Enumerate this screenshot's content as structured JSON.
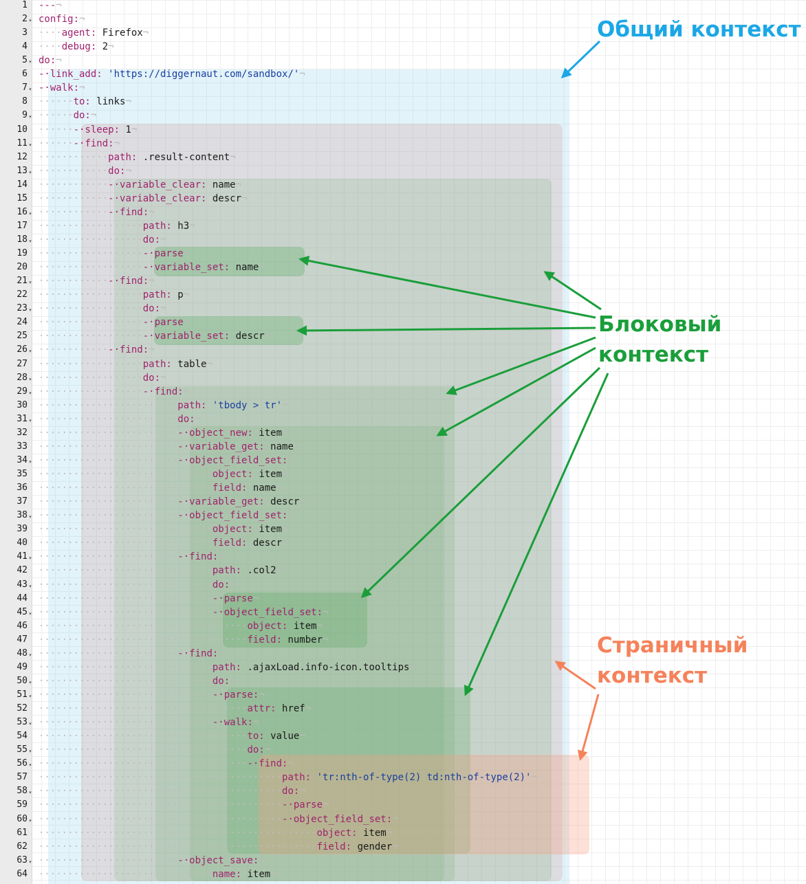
{
  "annotations": {
    "general_context": "Общий контекст",
    "block_context_line1": "Блоковый",
    "block_context_line2": "контекст",
    "page_context_line1": "Страничный",
    "page_context_line2": "контекст"
  },
  "colors": {
    "general": "#1ba7e6",
    "block": "#1a9e3a",
    "page": "#f5825a",
    "key": "#a0226d",
    "string": "#1a3e9e"
  },
  "lines": [
    {
      "n": "1",
      "fold": false,
      "ind": 0,
      "dash": false,
      "parts": [
        {
          "t": "---",
          "c": "ky"
        }
      ]
    },
    {
      "n": "2",
      "fold": true,
      "ind": 0,
      "dash": false,
      "parts": [
        {
          "t": "config:",
          "c": "ky"
        }
      ]
    },
    {
      "n": "3",
      "fold": false,
      "ind": 2,
      "dash": false,
      "parts": [
        {
          "t": "agent:",
          "c": "ky"
        },
        {
          "t": " Firefox",
          "c": "vs"
        }
      ]
    },
    {
      "n": "4",
      "fold": false,
      "ind": 2,
      "dash": false,
      "parts": [
        {
          "t": "debug:",
          "c": "ky"
        },
        {
          "t": " 2",
          "c": "nm"
        }
      ]
    },
    {
      "n": "5",
      "fold": true,
      "ind": 0,
      "dash": false,
      "parts": [
        {
          "t": "do:",
          "c": "ky"
        }
      ]
    },
    {
      "n": "6",
      "fold": false,
      "ind": 1,
      "dash": true,
      "parts": [
        {
          "t": "link_add:",
          "c": "ky"
        },
        {
          "t": " 'https://diggernaut.com/sandbox/'",
          "c": "st"
        }
      ]
    },
    {
      "n": "7",
      "fold": true,
      "ind": 1,
      "dash": true,
      "parts": [
        {
          "t": "walk:",
          "c": "ky"
        }
      ]
    },
    {
      "n": "8",
      "fold": false,
      "ind": 3,
      "dash": false,
      "parts": [
        {
          "t": "to:",
          "c": "ky"
        },
        {
          "t": " links",
          "c": "vs"
        }
      ]
    },
    {
      "n": "9",
      "fold": true,
      "ind": 3,
      "dash": false,
      "parts": [
        {
          "t": "do:",
          "c": "ky"
        }
      ]
    },
    {
      "n": "10",
      "fold": false,
      "ind": 4,
      "dash": true,
      "parts": [
        {
          "t": "sleep:",
          "c": "ky"
        },
        {
          "t": " 1",
          "c": "nm"
        }
      ]
    },
    {
      "n": "11",
      "fold": true,
      "ind": 4,
      "dash": true,
      "parts": [
        {
          "t": "find:",
          "c": "ky"
        }
      ]
    },
    {
      "n": "12",
      "fold": false,
      "ind": 6,
      "dash": false,
      "parts": [
        {
          "t": "path:",
          "c": "ky"
        },
        {
          "t": " .result-content",
          "c": "vs"
        }
      ]
    },
    {
      "n": "13",
      "fold": true,
      "ind": 6,
      "dash": false,
      "parts": [
        {
          "t": "do:",
          "c": "ky"
        }
      ]
    },
    {
      "n": "14",
      "fold": false,
      "ind": 7,
      "dash": true,
      "parts": [
        {
          "t": "variable_clear:",
          "c": "ky"
        },
        {
          "t": " name",
          "c": "vs"
        }
      ]
    },
    {
      "n": "15",
      "fold": false,
      "ind": 7,
      "dash": true,
      "parts": [
        {
          "t": "variable_clear:",
          "c": "ky"
        },
        {
          "t": " descr",
          "c": "vs"
        }
      ]
    },
    {
      "n": "16",
      "fold": true,
      "ind": 7,
      "dash": true,
      "parts": [
        {
          "t": "find:",
          "c": "ky"
        }
      ]
    },
    {
      "n": "17",
      "fold": false,
      "ind": 9,
      "dash": false,
      "parts": [
        {
          "t": "path:",
          "c": "ky"
        },
        {
          "t": " h3",
          "c": "vs"
        }
      ]
    },
    {
      "n": "18",
      "fold": true,
      "ind": 9,
      "dash": false,
      "parts": [
        {
          "t": "do:",
          "c": "ky"
        }
      ]
    },
    {
      "n": "19",
      "fold": false,
      "ind": 10,
      "dash": true,
      "parts": [
        {
          "t": "parse",
          "c": "ky"
        }
      ]
    },
    {
      "n": "20",
      "fold": false,
      "ind": 10,
      "dash": true,
      "parts": [
        {
          "t": "variable_set:",
          "c": "ky"
        },
        {
          "t": " name",
          "c": "vs"
        }
      ]
    },
    {
      "n": "21",
      "fold": true,
      "ind": 7,
      "dash": true,
      "parts": [
        {
          "t": "find:",
          "c": "ky"
        }
      ]
    },
    {
      "n": "22",
      "fold": false,
      "ind": 9,
      "dash": false,
      "parts": [
        {
          "t": "path:",
          "c": "ky"
        },
        {
          "t": " p",
          "c": "vs"
        }
      ]
    },
    {
      "n": "23",
      "fold": true,
      "ind": 9,
      "dash": false,
      "parts": [
        {
          "t": "do:",
          "c": "ky"
        }
      ]
    },
    {
      "n": "24",
      "fold": false,
      "ind": 10,
      "dash": true,
      "parts": [
        {
          "t": "parse",
          "c": "ky"
        }
      ]
    },
    {
      "n": "25",
      "fold": false,
      "ind": 10,
      "dash": true,
      "parts": [
        {
          "t": "variable_set:",
          "c": "ky"
        },
        {
          "t": " descr",
          "c": "vs"
        }
      ]
    },
    {
      "n": "26",
      "fold": true,
      "ind": 7,
      "dash": true,
      "parts": [
        {
          "t": "find:",
          "c": "ky"
        }
      ]
    },
    {
      "n": "27",
      "fold": false,
      "ind": 9,
      "dash": false,
      "parts": [
        {
          "t": "path:",
          "c": "ky"
        },
        {
          "t": " table",
          "c": "vs"
        }
      ]
    },
    {
      "n": "28",
      "fold": true,
      "ind": 9,
      "dash": false,
      "parts": [
        {
          "t": "do:",
          "c": "ky"
        }
      ]
    },
    {
      "n": "29",
      "fold": true,
      "ind": 10,
      "dash": true,
      "parts": [
        {
          "t": "find:",
          "c": "ky"
        }
      ]
    },
    {
      "n": "30",
      "fold": false,
      "ind": 12,
      "dash": false,
      "parts": [
        {
          "t": "path:",
          "c": "ky"
        },
        {
          "t": " 'tbody > tr'",
          "c": "st"
        }
      ]
    },
    {
      "n": "31",
      "fold": true,
      "ind": 12,
      "dash": false,
      "parts": [
        {
          "t": "do:",
          "c": "ky"
        }
      ]
    },
    {
      "n": "32",
      "fold": false,
      "ind": 13,
      "dash": true,
      "parts": [
        {
          "t": "object_new:",
          "c": "ky"
        },
        {
          "t": " item",
          "c": "vs"
        }
      ]
    },
    {
      "n": "33",
      "fold": false,
      "ind": 13,
      "dash": true,
      "parts": [
        {
          "t": "variable_get:",
          "c": "ky"
        },
        {
          "t": " name",
          "c": "vs"
        }
      ]
    },
    {
      "n": "34",
      "fold": true,
      "ind": 13,
      "dash": true,
      "parts": [
        {
          "t": "object_field_set:",
          "c": "ky"
        }
      ]
    },
    {
      "n": "35",
      "fold": false,
      "ind": 15,
      "dash": false,
      "parts": [
        {
          "t": "object:",
          "c": "ky"
        },
        {
          "t": " item",
          "c": "vs"
        }
      ]
    },
    {
      "n": "36",
      "fold": false,
      "ind": 15,
      "dash": false,
      "parts": [
        {
          "t": "field:",
          "c": "ky"
        },
        {
          "t": " name",
          "c": "vs"
        }
      ]
    },
    {
      "n": "37",
      "fold": false,
      "ind": 13,
      "dash": true,
      "parts": [
        {
          "t": "variable_get:",
          "c": "ky"
        },
        {
          "t": " descr",
          "c": "vs"
        }
      ]
    },
    {
      "n": "38",
      "fold": true,
      "ind": 13,
      "dash": true,
      "parts": [
        {
          "t": "object_field_set:",
          "c": "ky"
        }
      ]
    },
    {
      "n": "39",
      "fold": false,
      "ind": 15,
      "dash": false,
      "parts": [
        {
          "t": "object:",
          "c": "ky"
        },
        {
          "t": " item",
          "c": "vs"
        }
      ]
    },
    {
      "n": "40",
      "fold": false,
      "ind": 15,
      "dash": false,
      "parts": [
        {
          "t": "field:",
          "c": "ky"
        },
        {
          "t": " descr",
          "c": "vs"
        }
      ]
    },
    {
      "n": "41",
      "fold": true,
      "ind": 13,
      "dash": true,
      "parts": [
        {
          "t": "find:",
          "c": "ky"
        }
      ]
    },
    {
      "n": "42",
      "fold": false,
      "ind": 15,
      "dash": false,
      "parts": [
        {
          "t": "path:",
          "c": "ky"
        },
        {
          "t": " .col2",
          "c": "vs"
        }
      ]
    },
    {
      "n": "43",
      "fold": true,
      "ind": 15,
      "dash": false,
      "parts": [
        {
          "t": "do:",
          "c": "ky"
        }
      ]
    },
    {
      "n": "44",
      "fold": false,
      "ind": 16,
      "dash": true,
      "parts": [
        {
          "t": "parse",
          "c": "ky"
        }
      ]
    },
    {
      "n": "45",
      "fold": true,
      "ind": 16,
      "dash": true,
      "parts": [
        {
          "t": "object_field_set:",
          "c": "ky"
        }
      ]
    },
    {
      "n": "46",
      "fold": false,
      "ind": 18,
      "dash": false,
      "parts": [
        {
          "t": "object:",
          "c": "ky"
        },
        {
          "t": " item",
          "c": "vs"
        }
      ]
    },
    {
      "n": "47",
      "fold": false,
      "ind": 18,
      "dash": false,
      "parts": [
        {
          "t": "field:",
          "c": "ky"
        },
        {
          "t": " number",
          "c": "vs"
        }
      ]
    },
    {
      "n": "48",
      "fold": true,
      "ind": 13,
      "dash": true,
      "parts": [
        {
          "t": "find:",
          "c": "ky"
        }
      ]
    },
    {
      "n": "49",
      "fold": false,
      "ind": 15,
      "dash": false,
      "parts": [
        {
          "t": "path:",
          "c": "ky"
        },
        {
          "t": " .ajaxLoad.info-icon.tooltips",
          "c": "vs"
        }
      ]
    },
    {
      "n": "50",
      "fold": true,
      "ind": 15,
      "dash": false,
      "parts": [
        {
          "t": "do:",
          "c": "ky"
        }
      ]
    },
    {
      "n": "51",
      "fold": true,
      "ind": 16,
      "dash": true,
      "parts": [
        {
          "t": "parse:",
          "c": "ky"
        }
      ]
    },
    {
      "n": "52",
      "fold": false,
      "ind": 18,
      "dash": false,
      "parts": [
        {
          "t": "attr:",
          "c": "ky"
        },
        {
          "t": " href",
          "c": "vs"
        }
      ]
    },
    {
      "n": "53",
      "fold": true,
      "ind": 16,
      "dash": true,
      "parts": [
        {
          "t": "walk:",
          "c": "ky"
        }
      ]
    },
    {
      "n": "54",
      "fold": false,
      "ind": 18,
      "dash": false,
      "parts": [
        {
          "t": "to:",
          "c": "ky"
        },
        {
          "t": " value",
          "c": "vs"
        }
      ]
    },
    {
      "n": "55",
      "fold": true,
      "ind": 18,
      "dash": false,
      "parts": [
        {
          "t": "do:",
          "c": "ky"
        }
      ]
    },
    {
      "n": "56",
      "fold": true,
      "ind": 19,
      "dash": true,
      "parts": [
        {
          "t": "find:",
          "c": "ky"
        }
      ]
    },
    {
      "n": "57",
      "fold": false,
      "ind": 21,
      "dash": false,
      "parts": [
        {
          "t": "path:",
          "c": "ky"
        },
        {
          "t": " 'tr:nth-of-type(2) td:nth-of-type(2)'",
          "c": "st"
        }
      ]
    },
    {
      "n": "58",
      "fold": true,
      "ind": 21,
      "dash": false,
      "parts": [
        {
          "t": "do:",
          "c": "ky"
        }
      ]
    },
    {
      "n": "59",
      "fold": false,
      "ind": 22,
      "dash": true,
      "parts": [
        {
          "t": "parse",
          "c": "ky"
        }
      ]
    },
    {
      "n": "60",
      "fold": true,
      "ind": 22,
      "dash": true,
      "parts": [
        {
          "t": "object_field_set:",
          "c": "ky"
        }
      ]
    },
    {
      "n": "61",
      "fold": false,
      "ind": 24,
      "dash": false,
      "parts": [
        {
          "t": "object:",
          "c": "ky"
        },
        {
          "t": " item",
          "c": "vs"
        }
      ]
    },
    {
      "n": "62",
      "fold": false,
      "ind": 24,
      "dash": false,
      "parts": [
        {
          "t": "field:",
          "c": "ky"
        },
        {
          "t": " gender",
          "c": "vs"
        }
      ]
    },
    {
      "n": "63",
      "fold": true,
      "ind": 13,
      "dash": true,
      "parts": [
        {
          "t": "object_save:",
          "c": "ky"
        }
      ]
    },
    {
      "n": "64",
      "fold": false,
      "ind": 15,
      "dash": false,
      "parts": [
        {
          "t": "name:",
          "c": "ky"
        },
        {
          "t": " item",
          "c": "vs"
        }
      ]
    }
  ]
}
